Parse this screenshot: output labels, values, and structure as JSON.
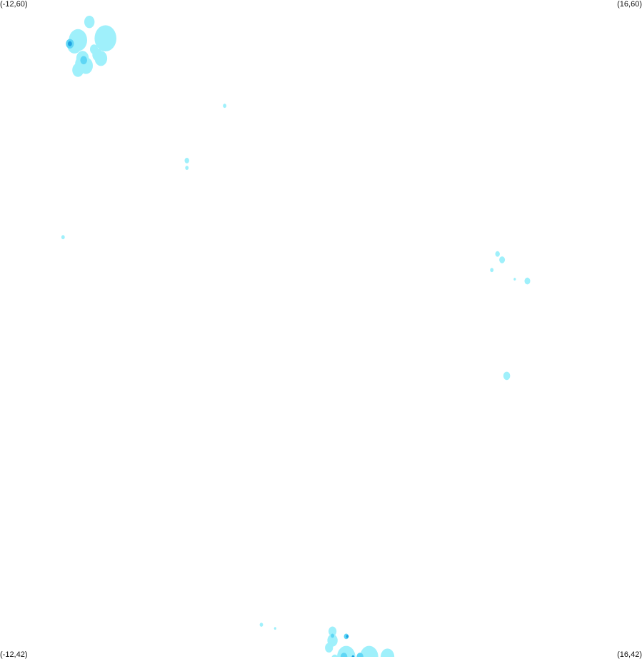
{
  "map": {
    "bounds": {
      "lon_min": -12,
      "lon_max": 16,
      "lat_min": 42,
      "lat_max": 60
    },
    "corner_labels": {
      "top_left": "(-12,60)",
      "top_right": "(16,60)",
      "bottom_left": "(-12,42)",
      "bottom_right": "(16,42)"
    },
    "colors": {
      "light": "#9ff0fb",
      "medium": "#5fd6f5",
      "dark": "#1fa3e3",
      "background": "#ffffff"
    },
    "spots": [
      {
        "region": "north-west",
        "level": "light",
        "points": [
          [
            -8.1,
            59.4,
            0.45
          ],
          [
            -7.4,
            58.95,
            0.95
          ],
          [
            -8.6,
            58.9,
            0.8
          ],
          [
            -8.75,
            58.78,
            0.65
          ],
          [
            -7.9,
            58.65,
            0.35
          ],
          [
            -8.4,
            58.4,
            0.55
          ],
          [
            -7.75,
            58.5,
            0.45
          ],
          [
            -7.6,
            58.4,
            0.55
          ],
          [
            -8.45,
            58.25,
            0.55
          ],
          [
            -8.25,
            58.2,
            0.6
          ],
          [
            -8.6,
            58.08,
            0.5
          ]
        ]
      },
      {
        "region": "north-west",
        "level": "medium",
        "points": [
          [
            -8.95,
            58.8,
            0.35
          ],
          [
            -8.35,
            58.35,
            0.3
          ]
        ]
      },
      {
        "region": "north-west",
        "level": "dark",
        "points": [
          [
            -8.95,
            58.8,
            0.18
          ]
        ]
      },
      {
        "region": "north",
        "level": "light",
        "points": [
          [
            -2.2,
            57.1,
            0.15
          ],
          [
            -3.85,
            55.6,
            0.2
          ],
          [
            -3.85,
            55.4,
            0.15
          ],
          [
            -9.25,
            53.5,
            0.15
          ]
        ]
      },
      {
        "region": "east",
        "level": "light",
        "points": [
          [
            9.7,
            53.04,
            0.2
          ],
          [
            9.9,
            52.88,
            0.25
          ],
          [
            9.45,
            52.6,
            0.15
          ],
          [
            10.45,
            52.35,
            0.1
          ],
          [
            11.0,
            52.3,
            0.25
          ],
          [
            10.1,
            49.7,
            0.3
          ]
        ]
      },
      {
        "region": "south",
        "level": "light",
        "points": [
          [
            -0.6,
            42.88,
            0.15
          ],
          [
            0.0,
            42.78,
            0.1
          ],
          [
            2.5,
            42.7,
            0.35
          ],
          [
            2.5,
            42.45,
            0.45
          ],
          [
            2.35,
            42.25,
            0.35
          ],
          [
            3.1,
            42.0,
            0.8
          ],
          [
            4.1,
            42.0,
            0.8
          ],
          [
            4.9,
            42.0,
            0.6
          ],
          [
            2.6,
            41.95,
            0.3
          ]
        ]
      },
      {
        "region": "south",
        "level": "medium",
        "points": [
          [
            2.5,
            42.58,
            0.15
          ],
          [
            3.1,
            42.56,
            0.2
          ],
          [
            3.0,
            42.0,
            0.3
          ],
          [
            3.7,
            42.0,
            0.3
          ]
        ]
      },
      {
        "region": "south",
        "level": "dark",
        "points": [
          [
            3.15,
            42.56,
            0.12
          ],
          [
            3.4,
            42.0,
            0.12
          ]
        ]
      }
    ]
  }
}
